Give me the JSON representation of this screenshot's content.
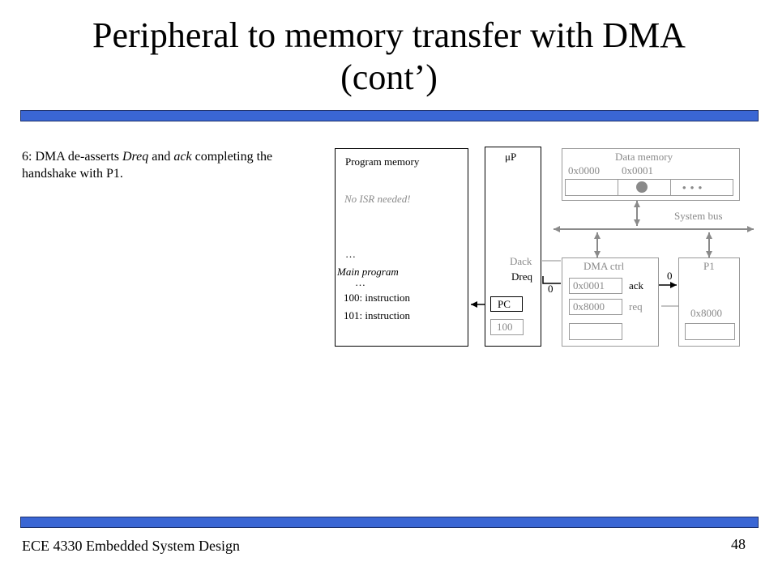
{
  "slide": {
    "title_line1": "Peripheral to memory transfer with DMA",
    "title_line2": "(cont’)",
    "description": {
      "step": "6: DMA de-asserts ",
      "dreq": "Dreq",
      "and": " and ",
      "ack": "ack",
      "rest": " completing the handshake with P1."
    },
    "footer": "ECE 4330 Embedded System Design",
    "page_number": "48"
  },
  "diagram": {
    "program_memory": {
      "label": "Program memory",
      "isr_note": "No ISR needed!",
      "ellipsis_top": "…",
      "main_program": "Main program",
      "ellipsis_bottom": "…",
      "line1": "100:  instruction",
      "line2": "101:  instruction"
    },
    "up": {
      "label": "μP",
      "dack": "Dack",
      "dreq": "Dreq",
      "pc_label": "PC",
      "pc_value": "100"
    },
    "data_memory": {
      "label": "Data memory",
      "addr1": "0x0000",
      "addr2": "0x0001",
      "ellipsis": "• • •"
    },
    "system_bus": "System bus",
    "dma_ctrl": {
      "label": "DMA ctrl",
      "reg1": "0x0001",
      "reg2": "0x8000",
      "ack": "ack",
      "req": "req",
      "dreq_value": "0"
    },
    "p1": {
      "label": "P1",
      "reg": "0x8000",
      "ack_value": "0"
    }
  }
}
